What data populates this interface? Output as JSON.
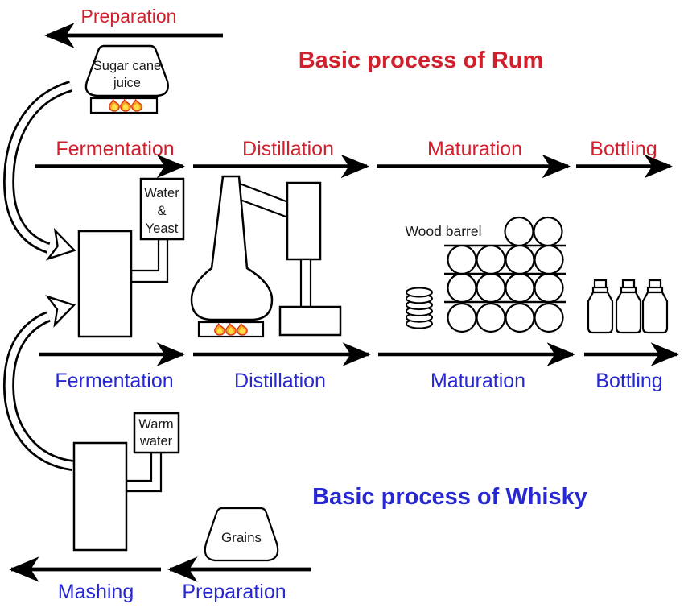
{
  "colors": {
    "accent_red": "#d1202d",
    "accent_blue": "#2727d3",
    "line_black": "#000000",
    "flame_orange": "#f6a21f",
    "flame_red": "#d93012",
    "flame_yellow": "#ffe04a"
  },
  "rum": {
    "title": "Basic process of Rum",
    "preparation_label": "Preparation",
    "source": {
      "line1": "Sugar cane",
      "line2": "juice"
    },
    "stages": [
      "Fermentation",
      "Distillation",
      "Maturation",
      "Bottling"
    ],
    "additive": {
      "line1": "Water",
      "line2": "&",
      "line3": "Yeast"
    },
    "barrel_label": "Wood barrel"
  },
  "whisky": {
    "title": "Basic process of Whisky",
    "stages": [
      "Fermentation",
      "Distillation",
      "Maturation",
      "Bottling"
    ],
    "additive": {
      "line1": "Warm",
      "line2": "water"
    },
    "source_label": "Grains",
    "mashing_label": "Mashing",
    "preparation_label": "Preparation"
  }
}
